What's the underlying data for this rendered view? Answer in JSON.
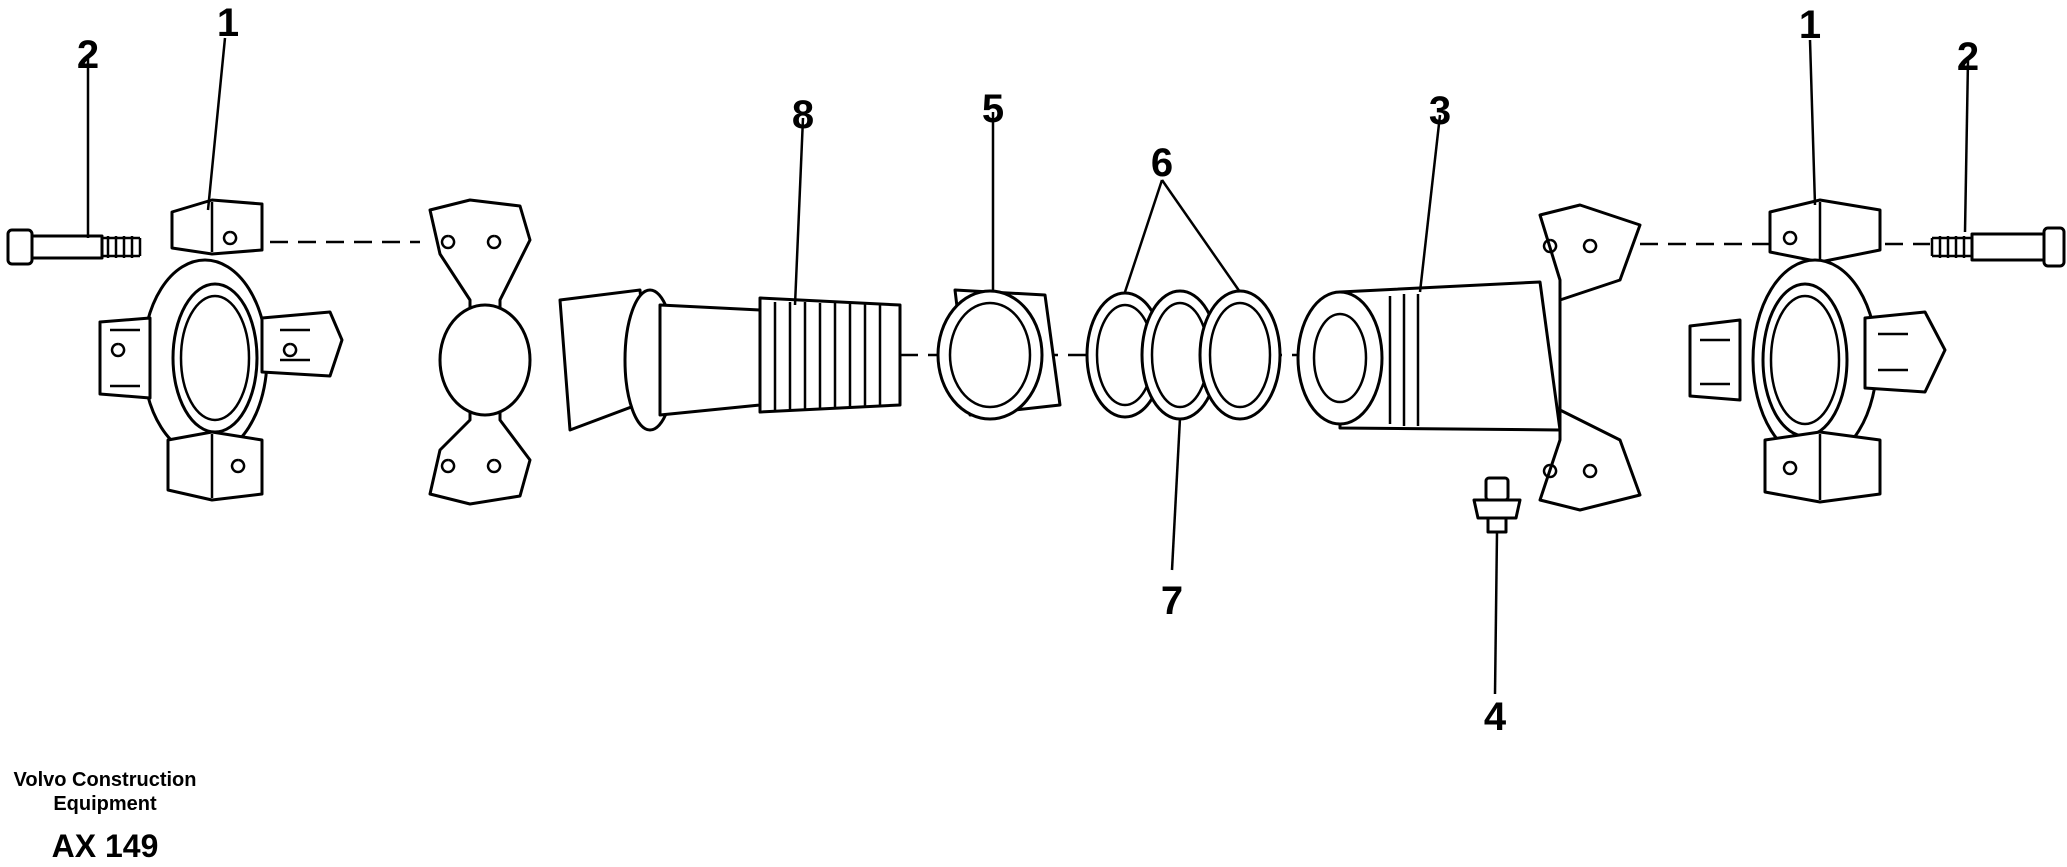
{
  "callouts": {
    "c1_left": "1",
    "c2_left": "2",
    "c8": "8",
    "c5": "5",
    "c6": "6",
    "c3": "3",
    "c1_right": "1",
    "c2_right": "2",
    "c7": "7",
    "c4": "4"
  },
  "footer": {
    "brand_line1": "Volvo Construction",
    "brand_line2": "Equipment",
    "code": "AX 149"
  }
}
